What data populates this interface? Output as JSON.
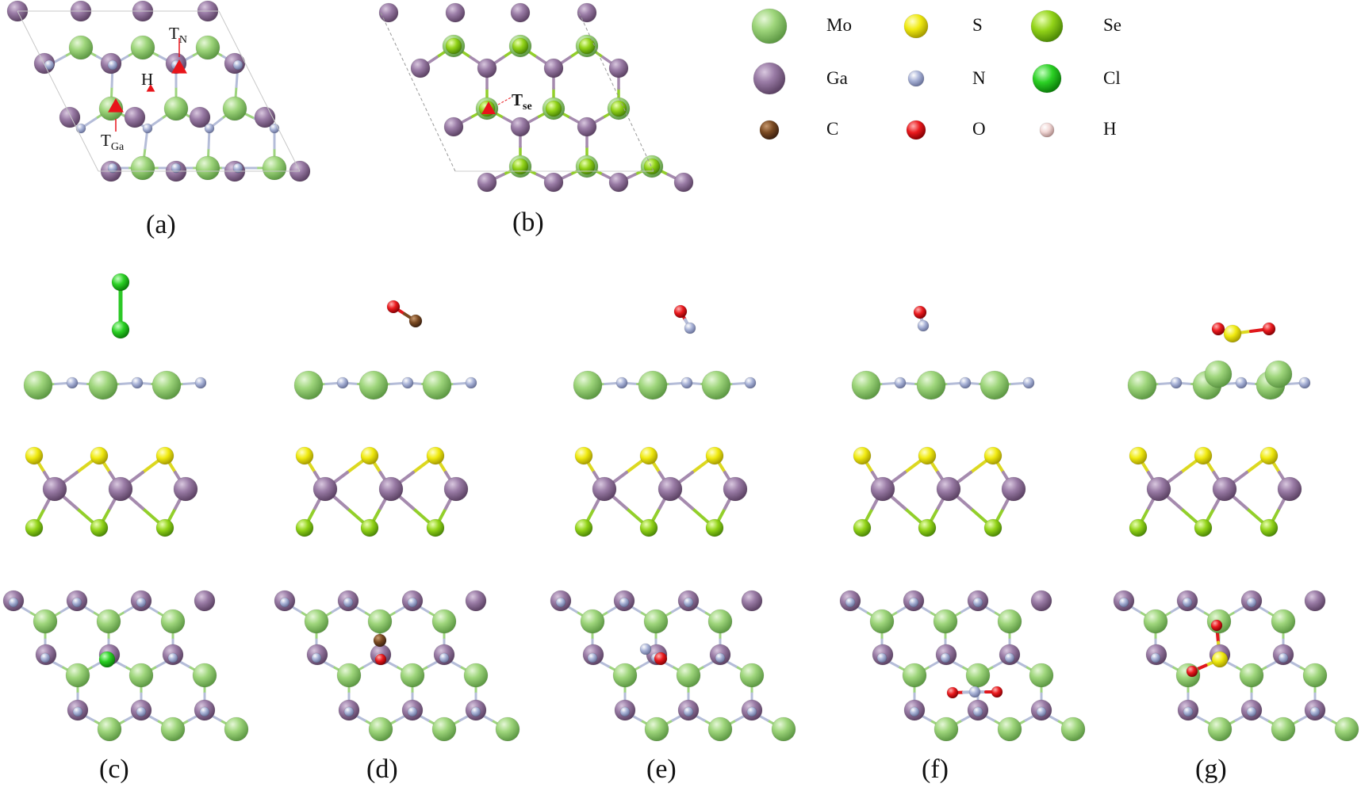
{
  "panels": {
    "a": "(a)",
    "b": "(b)",
    "c": "(c)",
    "d": "(d)",
    "e": "(e)",
    "f": "(f)",
    "g": "(g)"
  },
  "sites": {
    "tn_main": "T",
    "tn_sub": "N",
    "h": "H",
    "tga_main": "T",
    "tga_sub": "Ga",
    "tse_main": "T",
    "tse_sub": "se"
  },
  "legend": [
    {
      "element": "Mo",
      "color": "#8fcf6a"
    },
    {
      "element": "S",
      "color": "#e6e010"
    },
    {
      "element": "Se",
      "color": "#8fd11a"
    },
    {
      "element": "Ga",
      "color": "#8e6e98"
    },
    {
      "element": "N",
      "color": "#a9b3d6"
    },
    {
      "element": "Cl",
      "color": "#22c81e"
    },
    {
      "element": "C",
      "color": "#7a4a22"
    },
    {
      "element": "O",
      "color": "#e8141a"
    },
    {
      "element": "H",
      "color": "#f2d6d4"
    }
  ]
}
